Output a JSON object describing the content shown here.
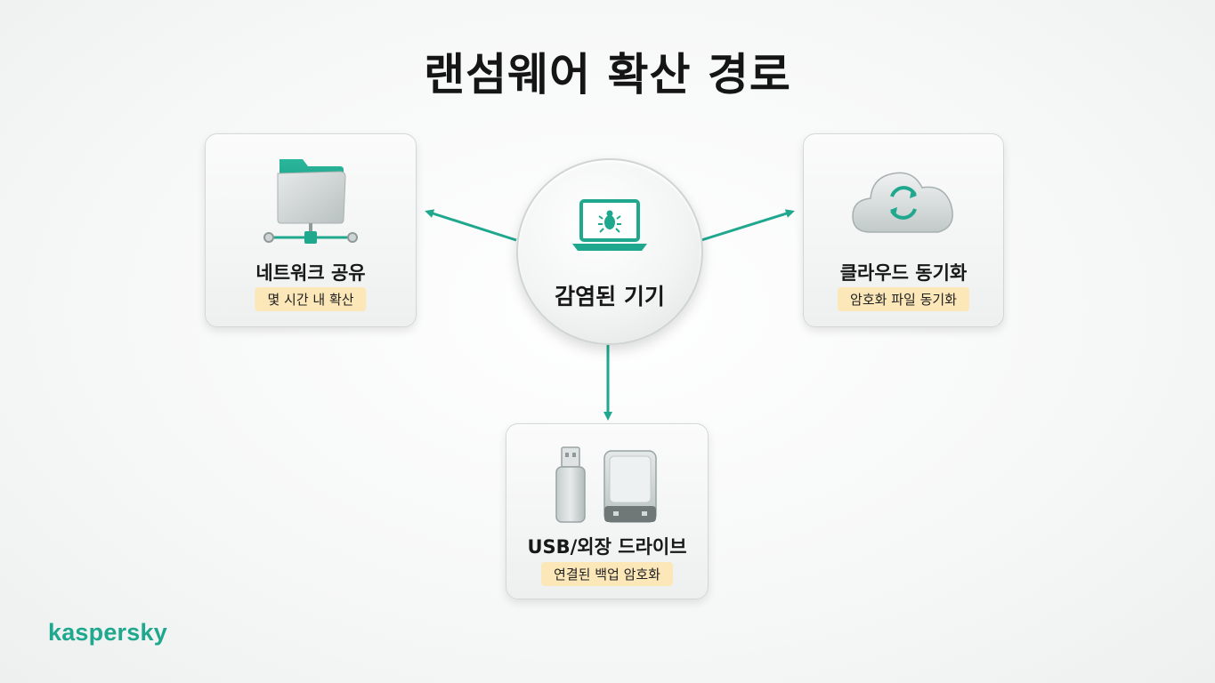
{
  "title": "랜섬웨어 확산 경로",
  "hub": {
    "label": "감염된 기기",
    "icon": "infected-laptop-icon"
  },
  "nodes": {
    "network": {
      "label": "네트워크 공유",
      "badge": "몇 시간 내 확산",
      "icon": "network-folder-icon"
    },
    "cloud": {
      "label": "클라우드 동기화",
      "badge": "암호화 파일 동기화",
      "icon": "cloud-sync-icon"
    },
    "usb": {
      "label": "USB/외장 드라이브",
      "badge": "연결된 백업 암호화",
      "icon": "usb-drive-icon"
    }
  },
  "brand": "kaspersky",
  "colors": {
    "accent": "#1fa88e",
    "badge": "#fbe7b8",
    "icon_gray": "#c9cfcf"
  }
}
